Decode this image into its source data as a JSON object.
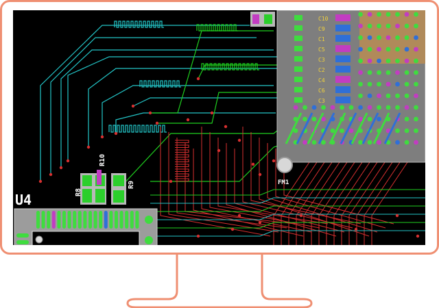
{
  "board": {
    "designators": {
      "u4": "U4",
      "r8": "R8",
      "r9": "R9",
      "r10": "R10",
      "fm1": "FM1"
    },
    "pin_labels": [
      "C10",
      "C9",
      "C1",
      "C5",
      "C3",
      "C2",
      "C4",
      "C6",
      "C3"
    ]
  },
  "colors": {
    "monitor_outline": "#ef8f72",
    "screen_bg": "#000000",
    "trace_cyan": "#23c6c8",
    "trace_green": "#1fd01f",
    "trace_red": "#d83030",
    "pad_green": "#3fdc3f",
    "pad_magenta": "#c23cc2",
    "pad_blue": "#2f6fd8",
    "chip_body": "#a8a8a8",
    "silkscreen": "#ffffff"
  },
  "icons": {
    "connector_pads": "pad-array-icon",
    "fiducial": "fiducial-icon"
  }
}
